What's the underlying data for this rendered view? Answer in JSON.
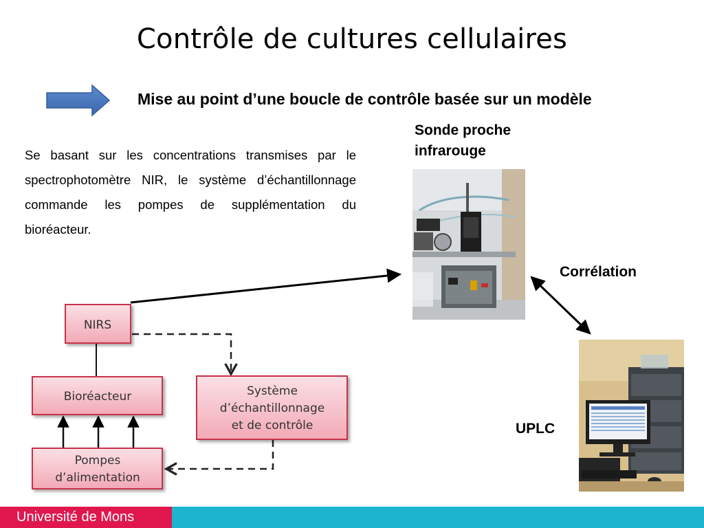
{
  "slide": {
    "title": "Contrôle de cultures cellulaires",
    "subtitle": "Mise au point d’une boucle de contrôle basée sur un modèle",
    "body": "Se basant sur les concentrations transmises par le spectrophotomètre NIR, le système d’échantillonnage commande les pompes de supplémentation du bioréacteur."
  },
  "labels": {
    "sonde": "Sonde proche infrarouge",
    "correlation": "Corrélation",
    "uplc": "UPLC"
  },
  "diagram": {
    "nirs": "NIRS",
    "bioreacteur": "Bioréacteur",
    "systeme_line1": "Système",
    "systeme_line2": "d’échantillonnage",
    "systeme_line3": "et de contrôle",
    "pompes_line1": "Pompes",
    "pompes_line2": "d’alimentation"
  },
  "footer": {
    "brand": "Université de Mons"
  },
  "colors": {
    "box_fill": "#f6c4cd",
    "box_border": "#c8304a",
    "arrow_blue": "#4a78bf",
    "footer_pink": "#e0174e",
    "footer_cyan": "#1cb4cf"
  }
}
